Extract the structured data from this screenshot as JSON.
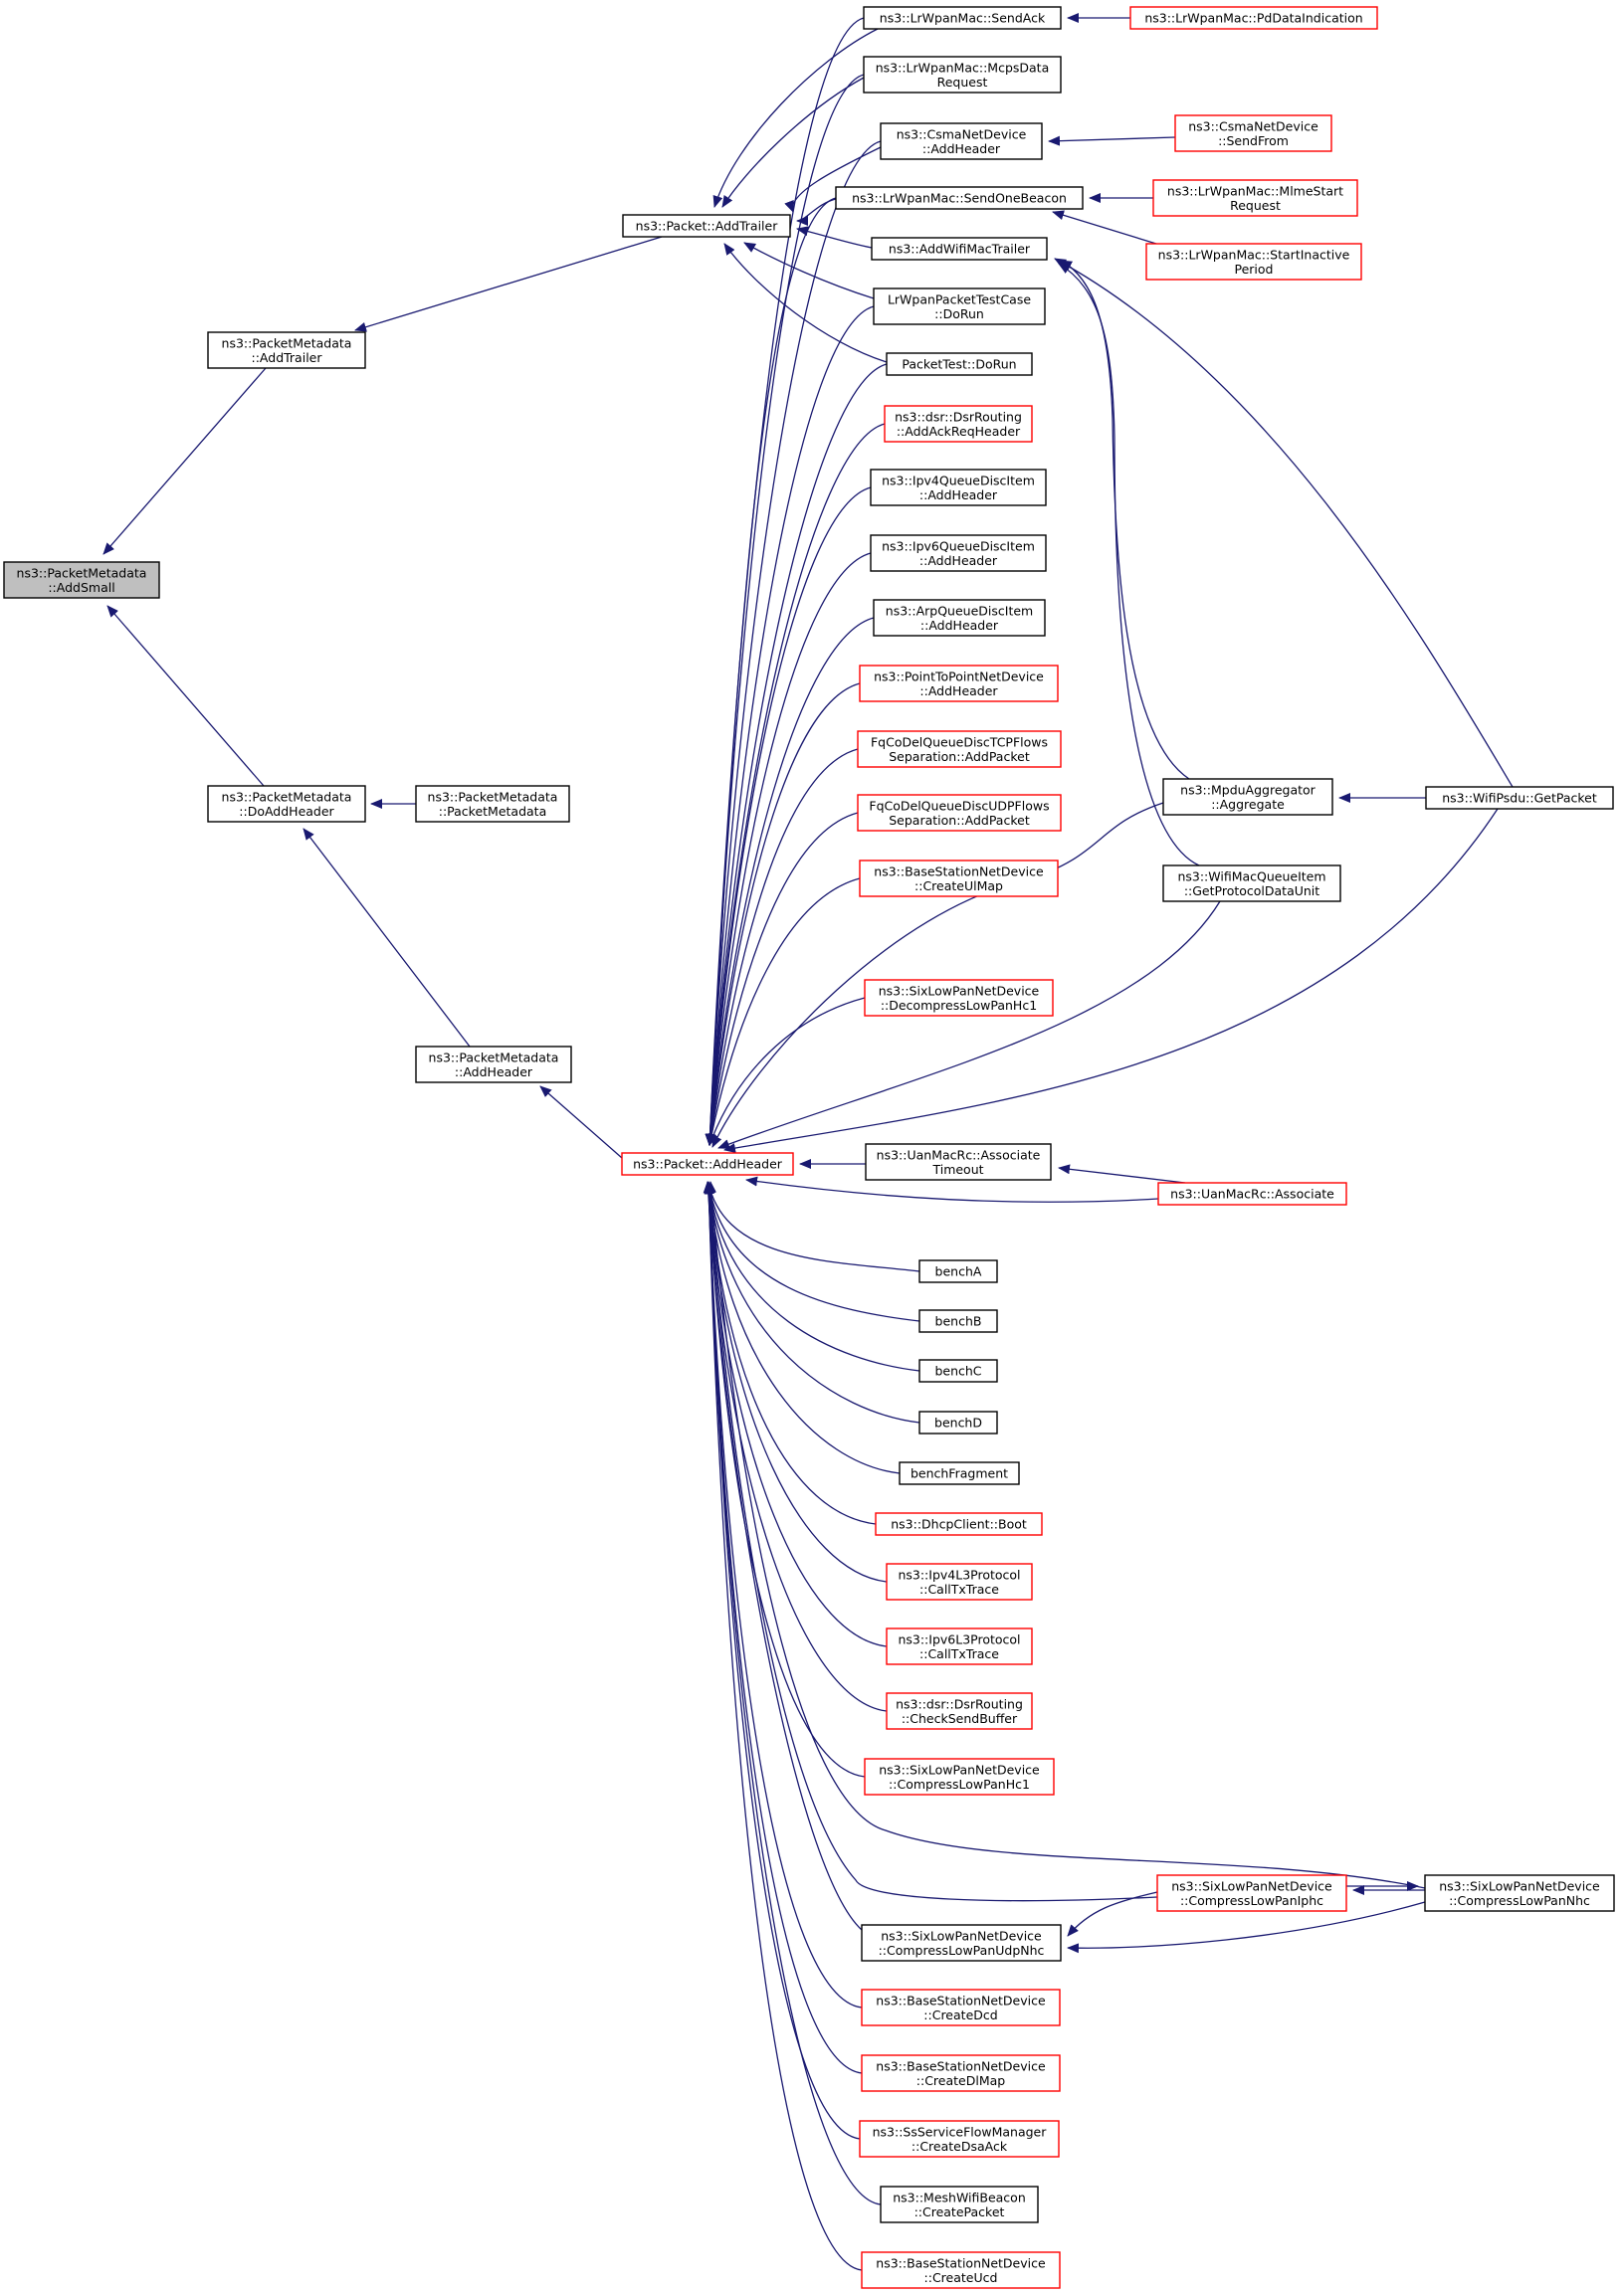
{
  "colors": {
    "edge": "#191970",
    "border_normal": "#000000",
    "border_truncated": "#ff0000",
    "fill_normal": "#ffffff",
    "fill_focus": "#bfbfbf"
  },
  "nodes": [
    {
      "id": "addsmall",
      "lines": [
        "ns3::PacketMetadata",
        "::AddSmall"
      ],
      "style": "focus"
    },
    {
      "id": "pm_addtrailer",
      "lines": [
        "ns3::PacketMetadata",
        "::AddTrailer"
      ],
      "style": "normal"
    },
    {
      "id": "pm_doaddheader",
      "lines": [
        "ns3::PacketMetadata",
        "::DoAddHeader"
      ],
      "style": "normal"
    },
    {
      "id": "pm_ctor",
      "lines": [
        "ns3::PacketMetadata",
        "::PacketMetadata"
      ],
      "style": "normal"
    },
    {
      "id": "pm_addheader",
      "lines": [
        "ns3::PacketMetadata",
        "::AddHeader"
      ],
      "style": "normal"
    },
    {
      "id": "pkt_addtrailer",
      "lines": [
        "ns3::Packet::AddTrailer"
      ],
      "style": "normal"
    },
    {
      "id": "pkt_addheader",
      "lines": [
        "ns3::Packet::AddHeader"
      ],
      "style": "truncated"
    },
    {
      "id": "lr_sendack",
      "lines": [
        "ns3::LrWpanMac::SendAck"
      ],
      "style": "normal"
    },
    {
      "id": "lr_pddata",
      "lines": [
        "ns3::LrWpanMac::PdDataIndication"
      ],
      "style": "truncated"
    },
    {
      "id": "lr_mcps",
      "lines": [
        "ns3::LrWpanMac::McpsData",
        "Request"
      ],
      "style": "normal"
    },
    {
      "id": "csma_addheader",
      "lines": [
        "ns3::CsmaNetDevice",
        "::AddHeader"
      ],
      "style": "normal"
    },
    {
      "id": "csma_sendfrom",
      "lines": [
        "ns3::CsmaNetDevice",
        "::SendFrom"
      ],
      "style": "truncated"
    },
    {
      "id": "lr_sendbeacon",
      "lines": [
        "ns3::LrWpanMac::SendOneBeacon"
      ],
      "style": "normal"
    },
    {
      "id": "lr_mlme",
      "lines": [
        "ns3::LrWpanMac::MlmeStart",
        "Request"
      ],
      "style": "truncated"
    },
    {
      "id": "lr_inactive",
      "lines": [
        "ns3::LrWpanMac::StartInactive",
        "Period"
      ],
      "style": "truncated"
    },
    {
      "id": "addwifimac",
      "lines": [
        "ns3::AddWifiMacTrailer"
      ],
      "style": "normal"
    },
    {
      "id": "lrpkt_test",
      "lines": [
        "LrWpanPacketTestCase",
        "::DoRun"
      ],
      "style": "normal"
    },
    {
      "id": "pkt_test",
      "lines": [
        "PacketTest::DoRun"
      ],
      "style": "normal"
    },
    {
      "id": "dsr_ackreq",
      "lines": [
        "ns3::dsr::DsrRouting",
        "::AddAckReqHeader"
      ],
      "style": "truncated"
    },
    {
      "id": "ipv4q",
      "lines": [
        "ns3::Ipv4QueueDiscItem",
        "::AddHeader"
      ],
      "style": "normal"
    },
    {
      "id": "ipv6q",
      "lines": [
        "ns3::Ipv6QueueDiscItem",
        "::AddHeader"
      ],
      "style": "normal"
    },
    {
      "id": "arpq",
      "lines": [
        "ns3::ArpQueueDiscItem",
        "::AddHeader"
      ],
      "style": "normal"
    },
    {
      "id": "p2p",
      "lines": [
        "ns3::PointToPointNetDevice",
        "::AddHeader"
      ],
      "style": "truncated"
    },
    {
      "id": "fqtcp",
      "lines": [
        "FqCoDelQueueDiscTCPFlows",
        "Separation::AddPacket"
      ],
      "style": "truncated"
    },
    {
      "id": "fqudp",
      "lines": [
        "FqCoDelQueueDiscUDPFlows",
        "Separation::AddPacket"
      ],
      "style": "truncated"
    },
    {
      "id": "bs_ulmap",
      "lines": [
        "ns3::BaseStationNetDevice",
        "::CreateUlMap"
      ],
      "style": "truncated"
    },
    {
      "id": "six_dec",
      "lines": [
        "ns3::SixLowPanNetDevice",
        "::DecompressLowPanHc1"
      ],
      "style": "truncated"
    },
    {
      "id": "mpdu",
      "lines": [
        "ns3::MpduAggregator",
        "::Aggregate"
      ],
      "style": "normal"
    },
    {
      "id": "wifiq",
      "lines": [
        "ns3::WifiMacQueueItem",
        "::GetProtocolDataUnit"
      ],
      "style": "normal"
    },
    {
      "id": "wifipsdu",
      "lines": [
        "ns3::WifiPsdu::GetPacket"
      ],
      "style": "normal"
    },
    {
      "id": "uan_timeout",
      "lines": [
        "ns3::UanMacRc::Associate",
        "Timeout"
      ],
      "style": "normal"
    },
    {
      "id": "uan_assoc",
      "lines": [
        "ns3::UanMacRc::Associate"
      ],
      "style": "truncated"
    },
    {
      "id": "benchA",
      "lines": [
        "benchA"
      ],
      "style": "normal"
    },
    {
      "id": "benchB",
      "lines": [
        "benchB"
      ],
      "style": "normal"
    },
    {
      "id": "benchC",
      "lines": [
        "benchC"
      ],
      "style": "normal"
    },
    {
      "id": "benchD",
      "lines": [
        "benchD"
      ],
      "style": "normal"
    },
    {
      "id": "benchFrag",
      "lines": [
        "benchFragment"
      ],
      "style": "normal"
    },
    {
      "id": "dhcp",
      "lines": [
        "ns3::DhcpClient::Boot"
      ],
      "style": "truncated"
    },
    {
      "id": "ipv4l3",
      "lines": [
        "ns3::Ipv4L3Protocol",
        "::CallTxTrace"
      ],
      "style": "truncated"
    },
    {
      "id": "ipv6l3",
      "lines": [
        "ns3::Ipv6L3Protocol",
        "::CallTxTrace"
      ],
      "style": "truncated"
    },
    {
      "id": "dsr_send",
      "lines": [
        "ns3::dsr::DsrRouting",
        "::CheckSendBuffer"
      ],
      "style": "truncated"
    },
    {
      "id": "six_hc1",
      "lines": [
        "ns3::SixLowPanNetDevice",
        "::CompressLowPanHc1"
      ],
      "style": "truncated"
    },
    {
      "id": "six_iphc",
      "lines": [
        "ns3::SixLowPanNetDevice",
        "::CompressLowPanIphc"
      ],
      "style": "truncated"
    },
    {
      "id": "six_nhc",
      "lines": [
        "ns3::SixLowPanNetDevice",
        "::CompressLowPanNhc"
      ],
      "style": "normal"
    },
    {
      "id": "six_udp",
      "lines": [
        "ns3::SixLowPanNetDevice",
        "::CompressLowPanUdpNhc"
      ],
      "style": "normal"
    },
    {
      "id": "bs_dcd",
      "lines": [
        "ns3::BaseStationNetDevice",
        "::CreateDcd"
      ],
      "style": "truncated"
    },
    {
      "id": "bs_dlmap",
      "lines": [
        "ns3::BaseStationNetDevice",
        "::CreateDlMap"
      ],
      "style": "truncated"
    },
    {
      "id": "ss_dsa",
      "lines": [
        "ns3::SsServiceFlowManager",
        "::CreateDsaAck"
      ],
      "style": "truncated"
    },
    {
      "id": "mesh",
      "lines": [
        "ns3::MeshWifiBeacon",
        "::CreatePacket"
      ],
      "style": "normal"
    },
    {
      "id": "bs_ucd",
      "lines": [
        "ns3::BaseStationNetDevice",
        "::CreateUcd"
      ],
      "style": "truncated"
    }
  ],
  "edges": [
    [
      "pm_addtrailer",
      "addsmall"
    ],
    [
      "pm_doaddheader",
      "addsmall"
    ],
    [
      "pkt_addtrailer",
      "pm_addtrailer"
    ],
    [
      "pm_ctor",
      "pm_doaddheader"
    ],
    [
      "pm_addheader",
      "pm_doaddheader"
    ],
    [
      "pkt_addheader",
      "pm_addheader"
    ],
    [
      "lr_sendack",
      "pkt_addtrailer"
    ],
    [
      "lr_mcps",
      "pkt_addtrailer"
    ],
    [
      "csma_addheader",
      "pkt_addtrailer"
    ],
    [
      "lr_sendbeacon",
      "pkt_addtrailer"
    ],
    [
      "addwifimac",
      "pkt_addtrailer"
    ],
    [
      "lrpkt_test",
      "pkt_addtrailer"
    ],
    [
      "pkt_test",
      "pkt_addtrailer"
    ],
    [
      "lr_pddata",
      "lr_sendack"
    ],
    [
      "csma_sendfrom",
      "csma_addheader"
    ],
    [
      "lr_mlme",
      "lr_sendbeacon"
    ],
    [
      "lr_inactive",
      "lr_sendbeacon"
    ],
    [
      "mpdu",
      "addwifimac"
    ],
    [
      "wifiq",
      "addwifimac"
    ],
    [
      "wifipsdu",
      "addwifimac"
    ],
    [
      "wifipsdu",
      "mpdu"
    ],
    [
      "uan_assoc",
      "uan_timeout"
    ],
    [
      "lr_sendack",
      "pkt_addheader"
    ],
    [
      "lr_mcps",
      "pkt_addheader"
    ],
    [
      "csma_addheader",
      "pkt_addheader"
    ],
    [
      "lr_sendbeacon",
      "pkt_addheader"
    ],
    [
      "lrpkt_test",
      "pkt_addheader"
    ],
    [
      "pkt_test",
      "pkt_addheader"
    ],
    [
      "dsr_ackreq",
      "pkt_addheader"
    ],
    [
      "ipv4q",
      "pkt_addheader"
    ],
    [
      "ipv6q",
      "pkt_addheader"
    ],
    [
      "arpq",
      "pkt_addheader"
    ],
    [
      "p2p",
      "pkt_addheader"
    ],
    [
      "fqtcp",
      "pkt_addheader"
    ],
    [
      "fqudp",
      "pkt_addheader"
    ],
    [
      "bs_ulmap",
      "pkt_addheader"
    ],
    [
      "six_dec",
      "pkt_addheader"
    ],
    [
      "mpdu",
      "pkt_addheader"
    ],
    [
      "wifiq",
      "pkt_addheader"
    ],
    [
      "wifipsdu",
      "pkt_addheader"
    ],
    [
      "uan_timeout",
      "pkt_addheader"
    ],
    [
      "uan_assoc",
      "pkt_addheader"
    ],
    [
      "benchA",
      "pkt_addheader"
    ],
    [
      "benchB",
      "pkt_addheader"
    ],
    [
      "benchC",
      "pkt_addheader"
    ],
    [
      "benchD",
      "pkt_addheader"
    ],
    [
      "benchFrag",
      "pkt_addheader"
    ],
    [
      "dhcp",
      "pkt_addheader"
    ],
    [
      "ipv4l3",
      "pkt_addheader"
    ],
    [
      "ipv6l3",
      "pkt_addheader"
    ],
    [
      "dsr_send",
      "pkt_addheader"
    ],
    [
      "six_hc1",
      "pkt_addheader"
    ],
    [
      "six_nhc",
      "pkt_addheader"
    ],
    [
      "six_iphc",
      "pkt_addheader"
    ],
    [
      "six_udp",
      "pkt_addheader"
    ],
    [
      "bs_dcd",
      "pkt_addheader"
    ],
    [
      "bs_dlmap",
      "pkt_addheader"
    ],
    [
      "ss_dsa",
      "pkt_addheader"
    ],
    [
      "mesh",
      "pkt_addheader"
    ],
    [
      "bs_ucd",
      "pkt_addheader"
    ],
    [
      "six_nhc",
      "six_iphc"
    ],
    [
      "six_iphc",
      "six_nhc"
    ],
    [
      "six_iphc",
      "six_udp"
    ],
    [
      "six_nhc",
      "six_udp"
    ]
  ]
}
